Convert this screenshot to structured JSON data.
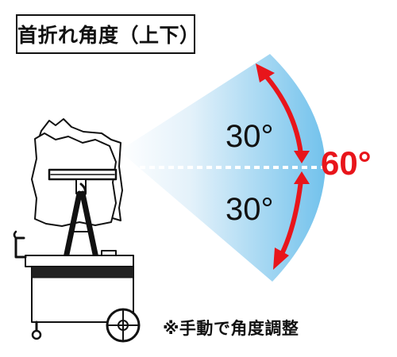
{
  "title": "首折れ角度（上下）",
  "angles": {
    "upper": "30°",
    "lower": "30°",
    "total": "60°"
  },
  "note": "※手動で角度調整",
  "colors": {
    "arrow": "#e8151b",
    "fan_light": "#e9f4fb",
    "fan_dark": "#74c3ec",
    "stand": "#111111"
  },
  "icons": {
    "monitor": "monitor-on-cart-icon",
    "arrow": "curved-double-arrow-icon"
  }
}
